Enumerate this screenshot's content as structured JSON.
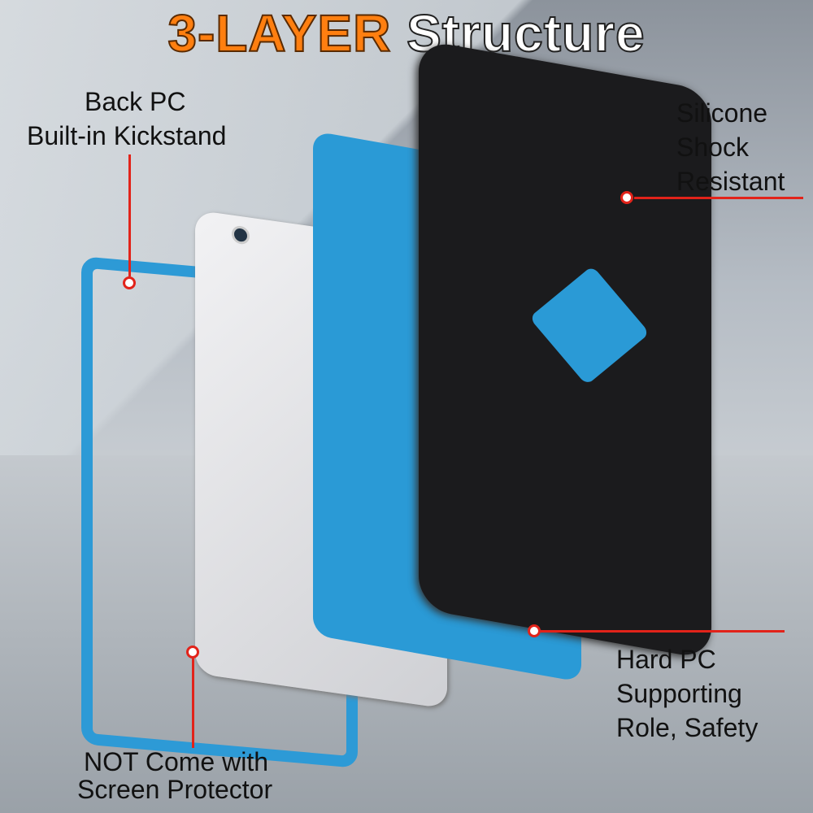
{
  "title": {
    "highlight": "3-LAYER",
    "rest": "Structure",
    "highlight_color": "#ff7f10"
  },
  "callouts": {
    "back_pc": [
      "Back PC",
      "Built-in Kickstand"
    ],
    "silicone": [
      "Silicone",
      "Shock",
      "Resistant"
    ],
    "hard_pc": [
      "Hard PC",
      "Supporting",
      "Role, Safety"
    ],
    "screen": [
      "NOT Come with",
      "Screen Protector"
    ]
  },
  "colors": {
    "accent_line": "#e2231a",
    "case_blue": "#2a9ad6",
    "silicone": "#1b1b1d"
  }
}
